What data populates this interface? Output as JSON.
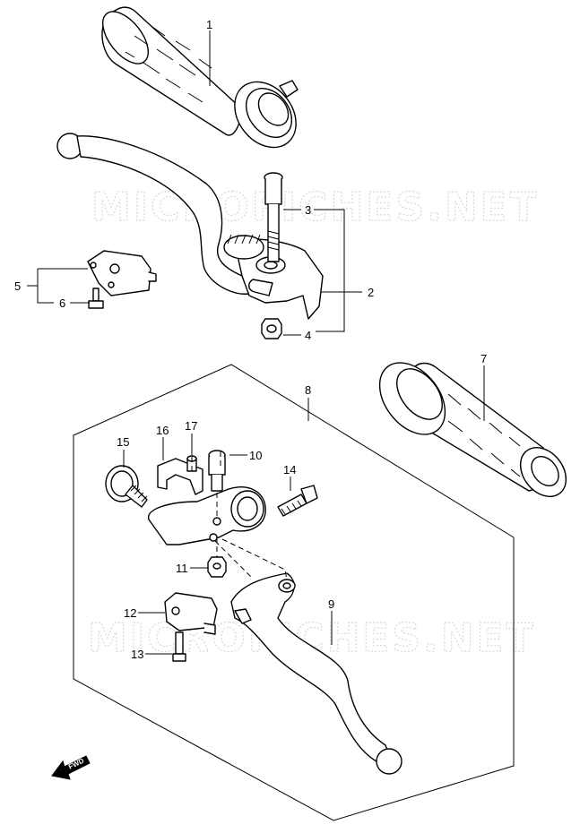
{
  "watermark": "MICROFICHES.NET",
  "callouts": {
    "p1": "1",
    "p2": "2",
    "p3": "3",
    "p4": "4",
    "p5": "5",
    "p6": "6",
    "p7": "7",
    "p8": "8",
    "p9": "9",
    "p10": "10",
    "p11": "11",
    "p12": "12",
    "p13": "13",
    "p14": "14",
    "p15": "15",
    "p16": "16",
    "p17": "17"
  },
  "direction_indicator": "FWD",
  "icons": {
    "direction": "fwd-arrow-icon"
  },
  "colors": {
    "line": "#000000",
    "background": "#ffffff",
    "watermark": "#d8d8d8"
  }
}
